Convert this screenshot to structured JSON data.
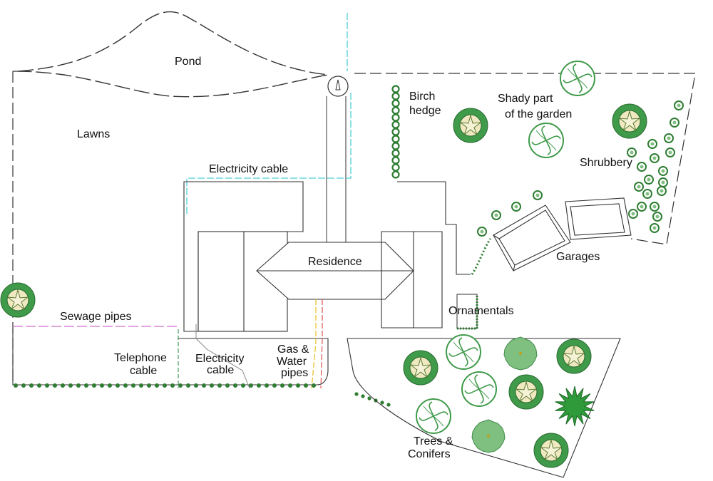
{
  "labels": {
    "pond": "Pond",
    "lawns": "Lawns",
    "birch_hedge": [
      "Birch",
      "hedge"
    ],
    "shady": [
      "Shady part",
      "of the garden"
    ],
    "shrubbery": "Shrubbery",
    "electricity_top": "Electricity cable",
    "residence": "Residence",
    "garages": "Garages",
    "ornamentals": "Ornamentals",
    "sewage": "Sewage pipes",
    "telephone": [
      "Telephone",
      "cable"
    ],
    "electricity_bottom": [
      "Electricity",
      "cable"
    ],
    "gas_water": [
      "Gas &",
      "Water",
      "pipes"
    ],
    "trees": [
      "Trees &",
      "Conifers"
    ]
  },
  "colors": {
    "outline": "#333333",
    "tree_dark": "#3f9a4a",
    "tree_light": "#ffffff",
    "tree_center": "#e8e0b0",
    "conifer": "#7fbf7f",
    "star": "#2f9a3a",
    "hedge": "#2e7d32",
    "electricity": "#4fd0d6",
    "sewage": "#d070d0",
    "telephone": "#4a9a5a",
    "gas": "#e8c020",
    "water": "#e05050"
  },
  "icons": {
    "deciduous": "deciduous-tree-icon",
    "broadleaf": "broadleaf-tree-icon",
    "conifer": "conifer-icon",
    "star_shrub": "spiky-shrub-icon",
    "shrub": "shrub-icon",
    "fountain": "fountain-icon"
  }
}
